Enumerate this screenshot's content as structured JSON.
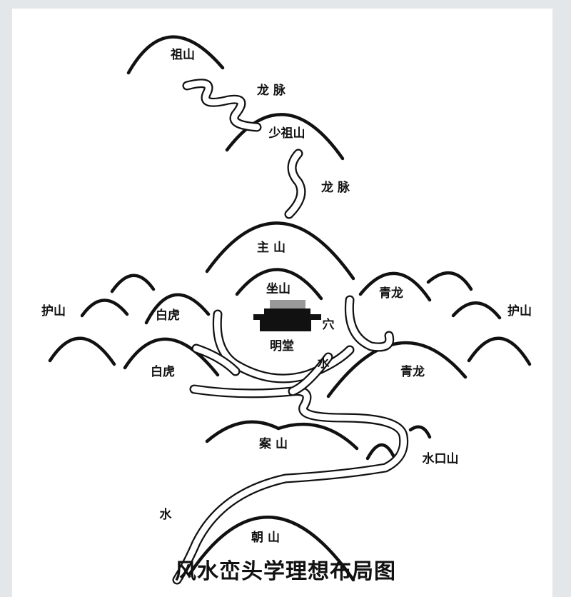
{
  "title": "风水峦头学理想布局图",
  "labels": {
    "zushan": "祖山",
    "longmai_1": "龙 脉",
    "shaozushan": "少祖山",
    "longmai_2": "龙 脉",
    "zhushan": "主 山",
    "zuoshan": "坐山",
    "xue": "穴",
    "mingtang": "明堂",
    "shui_1": "水",
    "baihu_upper": "白虎",
    "baihu_lower": "白虎",
    "qinglong_upper": "青龙",
    "qinglong_lower": "青龙",
    "hushan_left": "护山",
    "hushan_right": "护山",
    "anshan": "案 山",
    "shuikoushan": "水口山",
    "shui_2": "水",
    "chaoshan": "朝 山"
  }
}
